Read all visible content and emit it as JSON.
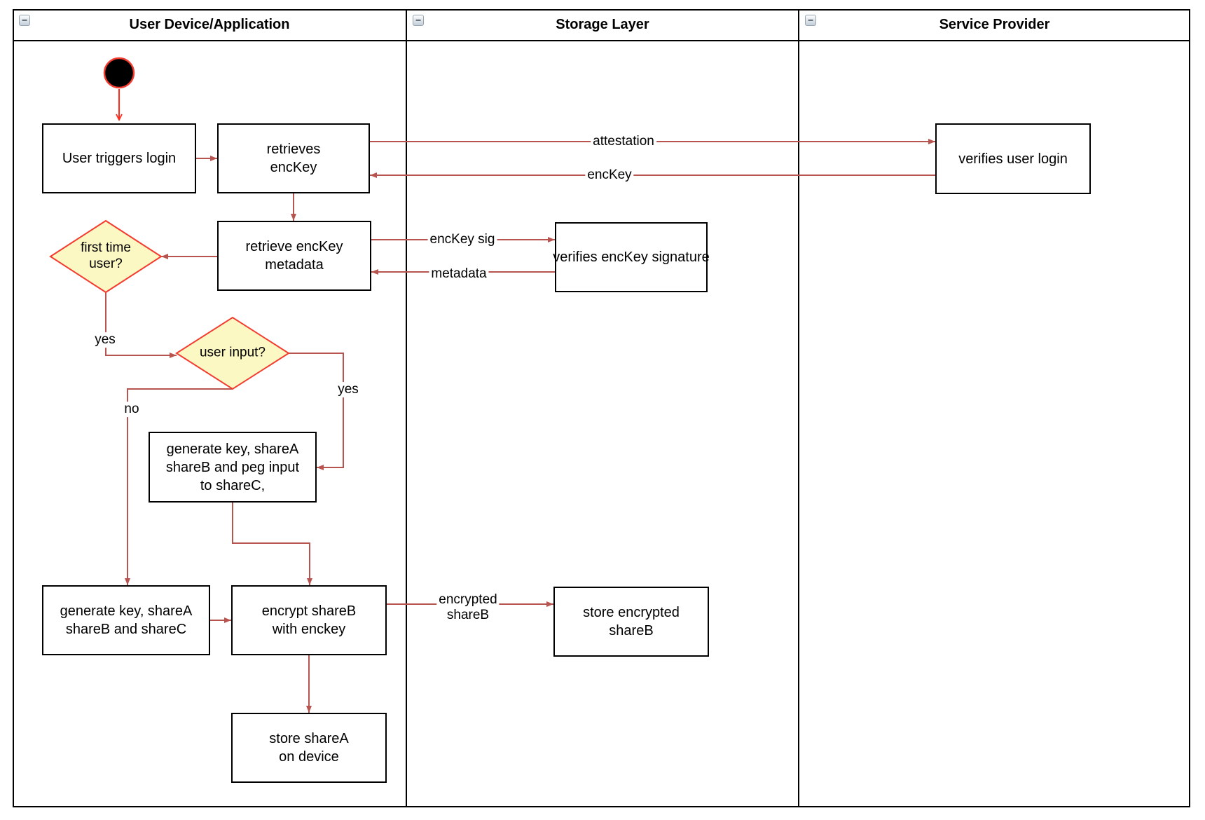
{
  "colors": {
    "flow_arrow": "#B85450",
    "start_arrow": "#FF2B1B",
    "diamond_fill": "#FCF8C3",
    "diamond_border": "#F43B30",
    "lane_border": "#000000"
  },
  "icons": {
    "lane_collapse": "−"
  },
  "lanes": [
    {
      "title": "User Device/Application"
    },
    {
      "title": "Storage Layer"
    },
    {
      "title": "Service Provider"
    }
  ],
  "nodes": {
    "user_triggers_login": "User triggers login",
    "retrieves_enckey": "retrieves\nencKey",
    "verifies_user_login": "verifies user login",
    "retrieve_enckey_metadata": "retrieve encKey\nmetadata",
    "verifies_enckey_signature": "verifies encKey signature",
    "first_time_user": "first time\nuser?",
    "user_input": "user input?",
    "generate_key_peg": "generate key, shareA\nshareB and peg input\nto shareC,",
    "generate_key_plain": "generate key, shareA\nshareB and shareC",
    "encrypt_shareb": "encrypt shareB\nwith enckey",
    "store_encrypted_shareb": "store encrypted\nshareB",
    "store_sharea": "store shareA\non device"
  },
  "edge_labels": {
    "attestation": "attestation",
    "enckey": "encKey",
    "enckey_sig": "encKey sig",
    "metadata": "metadata",
    "encrypted_shareb": "encrypted\nshareB",
    "yes_first_time": "yes",
    "yes_user_input": "yes",
    "no_user_input": "no"
  }
}
